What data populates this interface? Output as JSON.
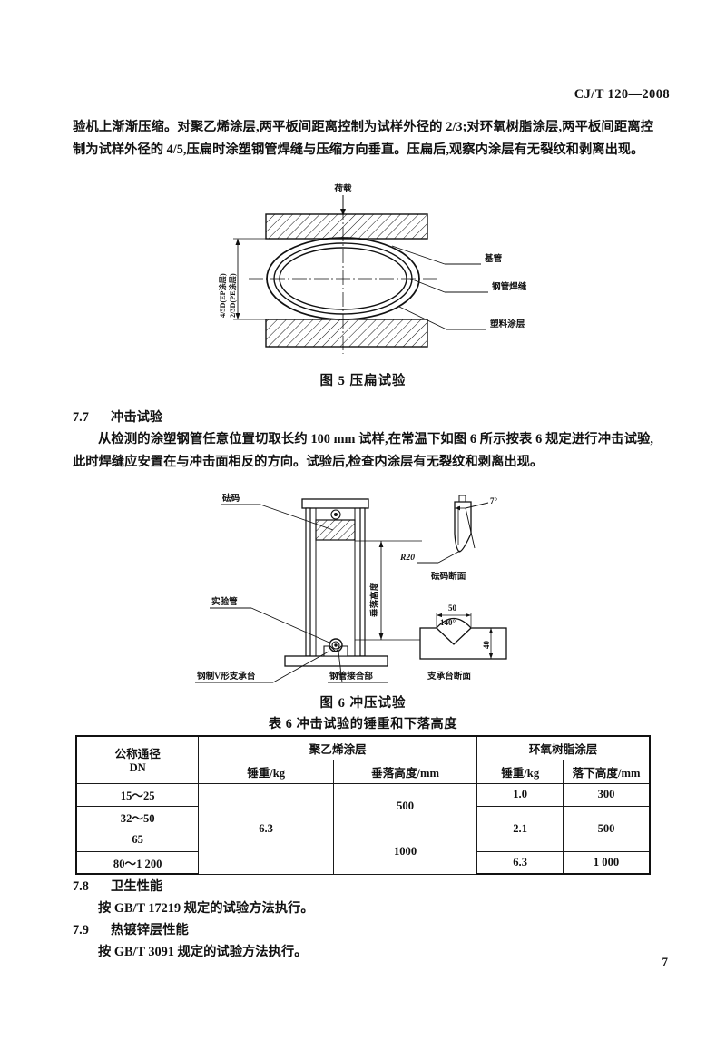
{
  "header": {
    "standard_no": "CJ/T 120—2008"
  },
  "page_number": "7",
  "body": {
    "intro_paragraph": "验机上渐渐压缩。对聚乙烯涂层,两平板间距离控制为试样外径的 2/3;对环氧树脂涂层,两平板间距离控制为试样外径的 4/5,压扁时涂塑钢管焊缝与压缩方向垂直。压扁后,观察内涂层有无裂纹和剥离出现。"
  },
  "figure5": {
    "caption": "图 5  压扁试验",
    "load_label": "荷载",
    "dim_label_ep": "4/5D(EP涂层)",
    "dim_label_pe": "2/3D(PE涂层)",
    "callout_base_pipe": "基管",
    "callout_weld": "钢管焊缝",
    "callout_coating": "塑料涂层"
  },
  "clause_7_7": {
    "number": "7.7",
    "title": "冲击试验",
    "text": "从检测的涂塑钢管任意位置切取长约 100 mm 试样,在常温下如图 6 所示按表 6 规定进行冲击试验,此时焊缝应安置在与冲击面相反的方向。试验后,检查内涂层有无裂纹和剥离出现。"
  },
  "figure6": {
    "caption": "图 6  冲压试验",
    "label_weight": "砝码",
    "label_drop_height": "垂落高度",
    "label_test_pipe": "实验管",
    "label_v_support": "钢制V形支承台",
    "label_pipe_joint": "钢管接合部",
    "label_weight_section": "砝码断面",
    "label_support_section": "支承台断面",
    "dim_angle_7": "7°",
    "dim_r20": "R20",
    "dim_50": "50",
    "dim_140": "140°",
    "dim_40": "40"
  },
  "table6": {
    "caption": "表 6   冲击试验的锤重和下落高度",
    "col_dn_line1": "公称通径",
    "col_dn_line2": "DN",
    "group_pe": "聚乙烯涂层",
    "group_ep": "环氧树脂涂层",
    "sub_pe_weight": "锤重/kg",
    "sub_pe_height": "垂落高度/mm",
    "sub_ep_weight": "锤重/kg",
    "sub_ep_height": "落下高度/mm",
    "rows": [
      {
        "dn": "15～25"
      },
      {
        "dn": "32～50"
      },
      {
        "dn": "65"
      },
      {
        "dn": "80～1 200"
      }
    ],
    "pe_weight_all": "6.3",
    "pe_height_upper": "500",
    "pe_height_lower": "1000",
    "ep_weight_1": "1.0",
    "ep_weight_2": "2.1",
    "ep_weight_3": "6.3",
    "ep_height_1": "300",
    "ep_height_2": "500",
    "ep_height_3": "1 000"
  },
  "clause_7_8": {
    "number": "7.8",
    "title": "卫生性能",
    "text": "按 GB/T 17219 规定的试验方法执行。"
  },
  "clause_7_9": {
    "number": "7.9",
    "title": "热镀锌层性能",
    "text": "按 GB/T 3091 规定的试验方法执行。"
  }
}
